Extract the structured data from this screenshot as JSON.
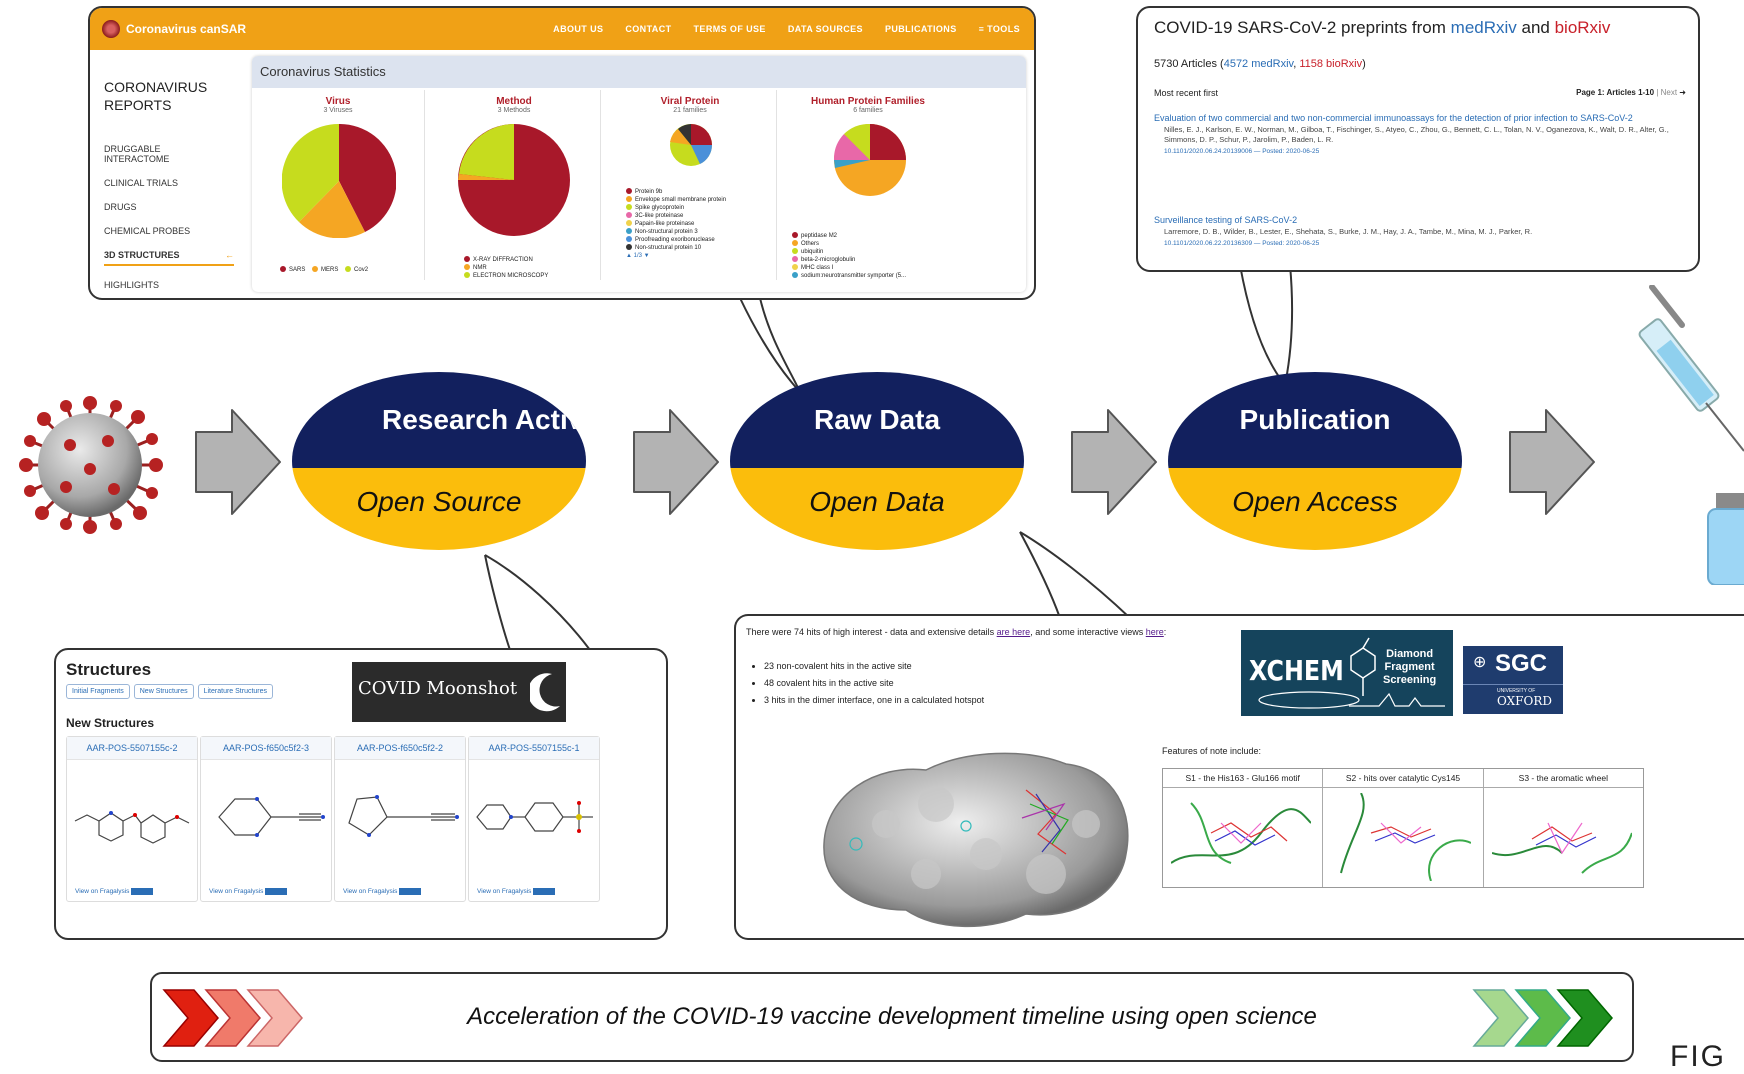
{
  "cansar": {
    "brand": "Coronavirus canSAR",
    "nav": [
      "ABOUT US",
      "CONTACT",
      "TERMS OF USE",
      "DATA SOURCES",
      "PUBLICATIONS",
      "≡ TOOLS"
    ],
    "side_heading_1": "CORONAVIRUS",
    "side_heading_2": "REPORTS",
    "side_items": [
      "DRUGGABLE",
      "INTERACTOME",
      "CLINICAL TRIALS",
      "DRUGS",
      "CHEMICAL PROBES",
      "3D STRUCTURES",
      "HIGHLIGHTS"
    ],
    "stats_title": "Coronavirus Statistics",
    "panels": [
      {
        "title": "Virus",
        "sub": "3 Viruses",
        "legend": [
          "SARS",
          "MERS",
          "Cov2"
        ]
      },
      {
        "title": "Method",
        "sub": "3 Methods",
        "legend": [
          "X-RAY DIFFRACTION",
          "NMR",
          "ELECTRON MICROSCOPY"
        ]
      },
      {
        "title": "Viral Protein",
        "sub": "21 families",
        "legend": [
          "Protein 9b",
          "Envelope small membrane protein",
          "Spike glycoprotein",
          "3C-like proteinase",
          "Papain-like proteinase",
          "Non-structural protein 3",
          "Proofreading exoribonuclease",
          "Non-structural protein 10"
        ],
        "pager": "1/3"
      },
      {
        "title": "Human Protein Families",
        "sub": "6 families",
        "legend": [
          "peptidase M2",
          "Others",
          "ubiquitin",
          "beta-2-microglobulin",
          "MHC class I",
          "sodium:neurotransmitter symporter (5..."
        ]
      }
    ]
  },
  "preprints": {
    "title_prefix": "COVID-19 SARS-CoV-2 preprints from ",
    "medrxiv": "medRxiv",
    "and": " and ",
    "biorxiv": "bioRxiv",
    "count_prefix": "5730 Articles (",
    "count_med": "4572 medRxiv",
    "count_sep": ", ",
    "count_bio": "1158 bioRxiv",
    "count_suffix": ")",
    "most_recent": "Most recent first",
    "page_info": "Page 1: Articles 1-10",
    "next": "| Next",
    "articles": [
      {
        "title": "Evaluation of two commercial and two non-commercial immunoassays for the detection of prior infection to SARS-CoV-2",
        "authors": "Nilles, E. J., Karlson, E. W., Norman, M., Gilboa, T., Fischinger, S., Atyeo, C., Zhou, G., Bennett, C. L., Tolan, N. V., Oganezova, K., Walt, D. R., Alter, G., Simmons, D. P., Schur, P., Jarolim, P., Baden, L. R.",
        "doi": "10.1101/2020.06.24.20139006 — Posted: 2020-06-25"
      },
      {
        "title": "Surveillance testing of SARS-CoV-2",
        "authors": "Larremore, D. B., Wilder, B., Lester, E., Shehata, S., Burke, J. M., Hay, J. A., Tambe, M., Mina, M. J., Parker, R.",
        "doi": "10.1101/2020.06.22.20136309 — Posted: 2020-06-25"
      }
    ]
  },
  "stages": [
    {
      "top": "Research Activity",
      "bottom": "Open Source"
    },
    {
      "top": "Raw Data",
      "bottom": "Open Data"
    },
    {
      "top": "Publication",
      "bottom": "Open Access"
    }
  ],
  "structures": {
    "heading": "Structures",
    "tabs": [
      "Initial Fragments",
      "New Structures",
      "Literature Structures"
    ],
    "moonshot": "COVID Moonshot",
    "new_heading": "New Structures",
    "cards": [
      {
        "id": "AAR-POS-5507155c-2",
        "link": "View on Fragalysis"
      },
      {
        "id": "AAR-POS-f650c5f2-3",
        "link": "View on Fragalysis"
      },
      {
        "id": "AAR-POS-f650c5f2-2",
        "link": "View on Fragalysis"
      },
      {
        "id": "AAR-POS-5507155c-1",
        "link": "View on Fragalysis"
      }
    ]
  },
  "xchem": {
    "intro_prefix": "There were 74 hits of high interest - data and extensive details ",
    "link1": "are here",
    "intro_mid": ", and some interactive views ",
    "link2": "here",
    "intro_suffix": ":",
    "bullets": [
      "23 non-covalent hits in the active site",
      "48 covalent hits in the active site",
      "3 hits in the dimer interface, one in a calculated hotspot"
    ],
    "logo_text": "XCHEM",
    "logo_sub": [
      "Diamond",
      "Fragment",
      "Screening"
    ],
    "sgc": "SGC",
    "sgc_sub1": "UNIVERSITY OF",
    "sgc_sub2": "OXFORD",
    "features_label": "Features of note include:",
    "features": [
      "S1 - the His163 - Glu166 motif",
      "S2 - hits over catalytic Cys145",
      "S3 - the aromatic wheel"
    ]
  },
  "banner_text": "Acceleration of the COVID-19 vaccine development timeline using open science",
  "corner_text": "FIG",
  "colors": {
    "navy": "#12205e",
    "gold": "#fbbd0c",
    "orange": "#f0a116",
    "red": "#b01f2a",
    "green": "#2e8b2e"
  }
}
